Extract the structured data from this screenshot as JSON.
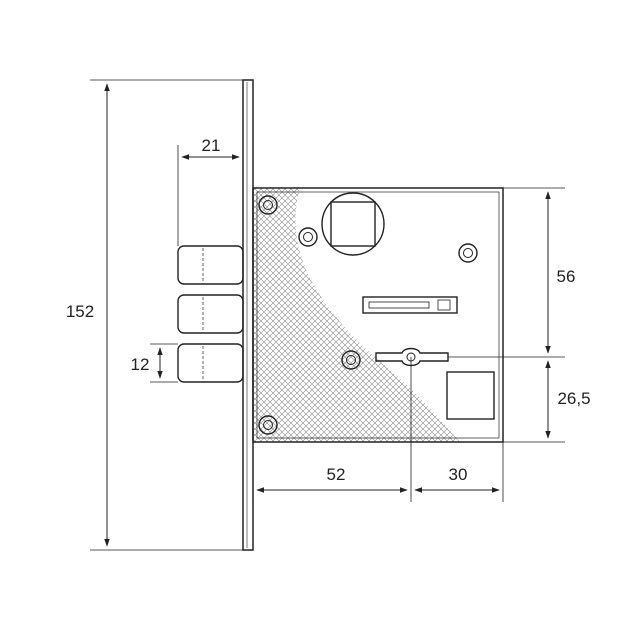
{
  "colors": {
    "line": "#222222",
    "hatch": "#8a8a8a",
    "background": "#ffffff"
  },
  "dimensions": {
    "total_height": "152",
    "bolt_projection": "21",
    "bolt_diameter": "12",
    "backset": "52",
    "keyhole_to_edge": "30",
    "upper_height": "56",
    "lower_height": "26,5"
  }
}
